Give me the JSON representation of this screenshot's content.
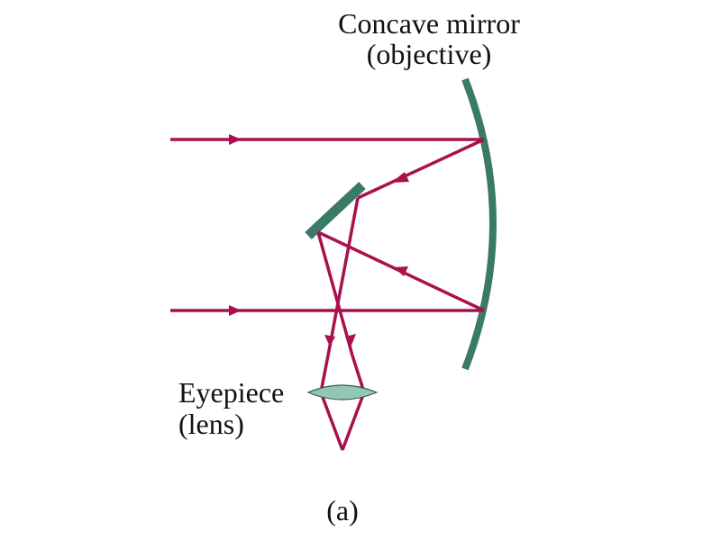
{
  "labels": {
    "mirror_line1": "Concave mirror",
    "mirror_line2": "(objective)",
    "eyepiece_line1": "Eyepiece",
    "eyepiece_line2": "(lens)",
    "caption": "(a)"
  },
  "colors": {
    "ray": "#a8104e",
    "mirror": "#3a7a68",
    "lens_fill": "#93c7b4",
    "lens_stroke": "#2f5f52",
    "text": "#111111"
  }
}
